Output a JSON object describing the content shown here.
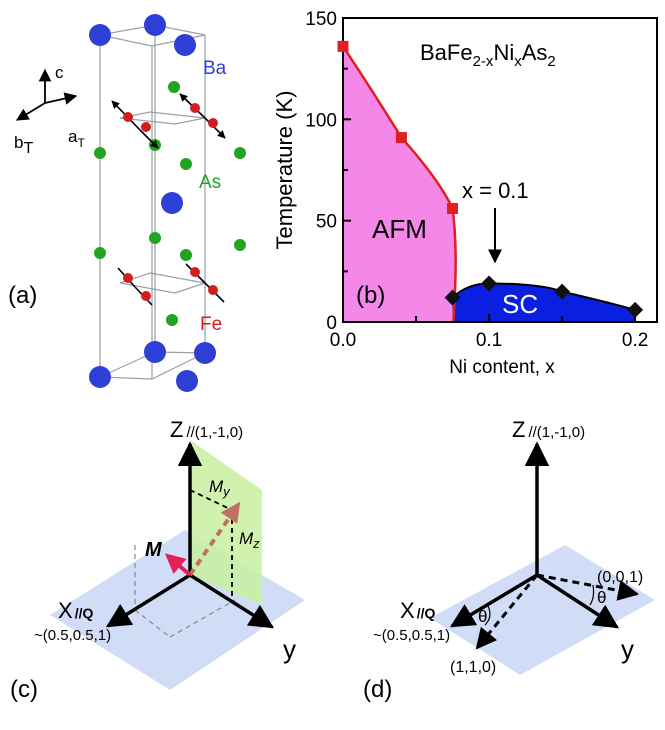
{
  "colors": {
    "ba": "#2e3fd6",
    "as": "#22a322",
    "fe": "#d11f1f",
    "afm_fill": "#f587e8",
    "sc_fill": "#0a1fe0",
    "afm_line": "#e02020",
    "plane_green": "#c8f0a0",
    "plane_blue": "#c9d6f4",
    "moment": "#e0205a",
    "moment_dashed": "#c07060"
  },
  "panel_a": {
    "label": "(a)",
    "axis_c": "c",
    "axis_bT_main": "b",
    "axis_bT_sub": "T",
    "axis_aT_main": "a",
    "axis_aT_sub": "T",
    "ba_label": "Ba",
    "as_label": "As",
    "fe_label": "Fe"
  },
  "panel_b": {
    "label": "(b)",
    "formula_parts": [
      "BaFe",
      "2-x",
      "Ni",
      "x",
      "As",
      "2"
    ],
    "afm_label": "AFM",
    "sc_label": "SC",
    "x_annotation": "x = 0.1"
  },
  "chart_data": {
    "type": "scatter",
    "title": "",
    "xlabel": "Ni content, x",
    "ylabel": "Temperature (K)",
    "xlim": [
      0,
      0.215
    ],
    "ylim": [
      0,
      150
    ],
    "xticks": [
      "0.0",
      "0.1",
      "0.2"
    ],
    "yticks": [
      "0",
      "50",
      "100",
      "150"
    ],
    "series": [
      {
        "name": "AFM",
        "marker": "square",
        "x": [
          0.0,
          0.04,
          0.075
        ],
        "y": [
          136,
          91,
          56
        ]
      },
      {
        "name": "SC",
        "marker": "diamond",
        "x": [
          0.075,
          0.1,
          0.15,
          0.2
        ],
        "y": [
          12,
          19,
          15,
          6
        ]
      }
    ]
  },
  "panel_c": {
    "label": "(c)",
    "z_main": "Z",
    "z_sub": "//(1,-1,0)",
    "x_main": "X",
    "x_sub": "//Q",
    "x_coord": "~(0.5,0.5,1)",
    "y_label": "y",
    "m_label": "M",
    "my_main": "M",
    "my_sub": "y",
    "mz_main": "M",
    "mz_sub": "z"
  },
  "panel_d": {
    "label": "(d)",
    "z_main": "Z",
    "z_sub": "//(1,-1,0)",
    "x_main": "X",
    "x_sub": "//Q",
    "x_coord": "~(0.5,0.5,1)",
    "y_label": "y",
    "dir_001": "(0,0,1)",
    "dir_110": "(1,1,0)",
    "theta1": "θ",
    "theta2": "θ"
  }
}
